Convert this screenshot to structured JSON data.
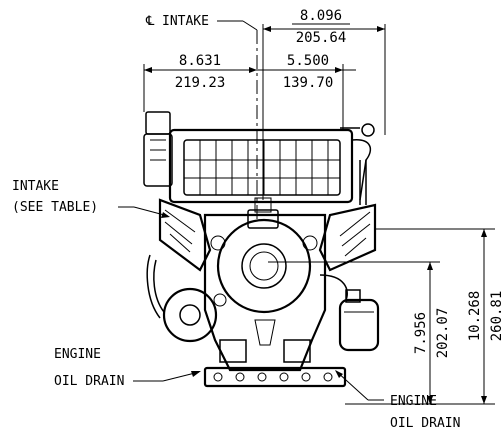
{
  "labels": {
    "centerline_symbol": "℄",
    "intake_top": "INTAKE",
    "intake_left_line1": "INTAKE",
    "intake_left_line2": "(SEE TABLE)",
    "drain_left_line1": "ENGINE",
    "drain_left_line2": "OIL DRAIN",
    "drain_right_line1": "ENGINE",
    "drain_right_line2": "OIL DRAIN"
  },
  "dimensions": {
    "d1_in": "8.096",
    "d1_mm": "205.64",
    "d2_in": "8.631",
    "d2_mm": "219.23",
    "d3_in": "5.500",
    "d3_mm": "139.70",
    "d4_in": "7.956",
    "d4_mm": "202.07",
    "d5_in": "10.268",
    "d5_mm": "260.81"
  }
}
